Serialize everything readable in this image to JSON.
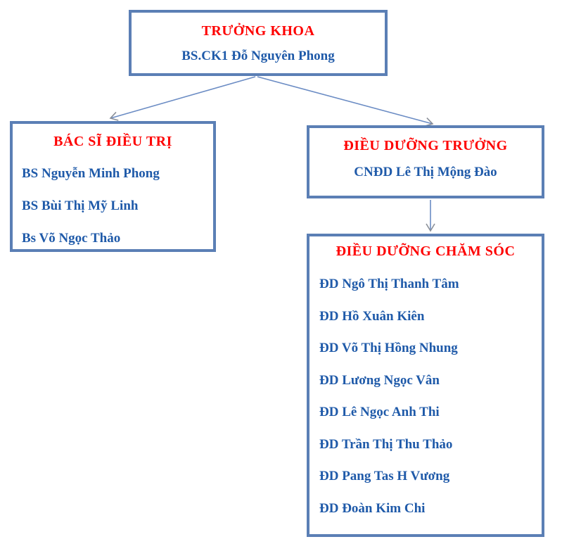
{
  "diagram": {
    "colors": {
      "box_border": "#5b7fb5",
      "arrow_line": "#6b8cc4",
      "title_text": "#fe0000",
      "member_text": "#1f5aa9"
    },
    "nodes": {
      "truong_khoa": {
        "title": "TRƯỞNG KHOA",
        "members": [
          "BS.CK1 Đỗ Nguyên Phong"
        ]
      },
      "bac_si_dieu_tri": {
        "title": "BÁC SĨ ĐIỀU TRỊ",
        "members": [
          "BS Nguyễn Minh Phong",
          "BS Bùi Thị Mỹ Linh",
          "Bs Võ Ngọc Thảo"
        ]
      },
      "dieu_duong_truong": {
        "title": "ĐIỀU DƯỠNG TRƯỞNG",
        "members": [
          "CNĐD Lê Thị Mộng Đào"
        ]
      },
      "dieu_duong_cham_soc": {
        "title": "ĐIỀU DƯỠNG CHĂM SÓC",
        "members": [
          "ĐD Ngô Thị Thanh Tâm",
          "ĐD Hồ Xuân Kiên",
          "ĐD Võ Thị Hồng Nhung",
          "ĐD Lương Ngọc Vân",
          "ĐD Lê Ngọc Anh Thi",
          "ĐD Trần Thị Thu Thảo",
          "ĐD Pang Tas H Vương",
          "ĐD Đoàn Kim Chi"
        ]
      }
    }
  }
}
